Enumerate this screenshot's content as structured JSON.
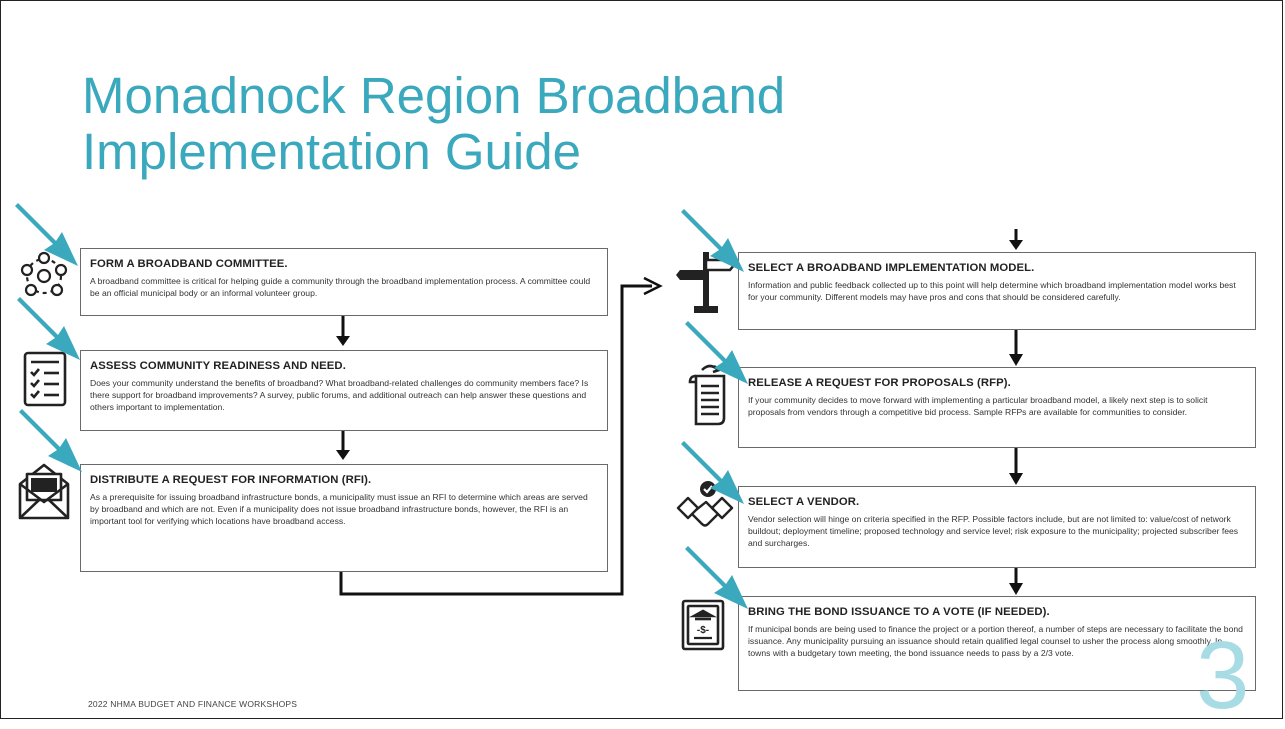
{
  "title": {
    "line1": "Monadnock Region Broadband",
    "line2": "Implementation Guide"
  },
  "steps": [
    {
      "heading": "FORM A BROADBAND COMMITTEE.",
      "body": "A broadband committee is critical for helping guide a community through the broadband implementation process. A committee could be an official municipal body or an informal volunteer group."
    },
    {
      "heading": "ASSESS COMMUNITY READINESS AND NEED.",
      "body": "Does your community understand the benefits of broadband? What broadband-related challenges do community members face? Is there support for broadband improvements? A survey, public forums, and additional outreach can help answer these questions and others important to implementation."
    },
    {
      "heading": "DISTRIBUTE A REQUEST FOR INFORMATION (RFI).",
      "body": "As a prerequisite for issuing broadband infrastructure bonds, a municipality must  issue an RFI to determine which areas are served by broadband and which are not. Even if a municipality does not issue broadband infrastructure bonds, however, the RFI is an important tool for verifying which locations have broadband access."
    },
    {
      "heading": "SELECT A BROADBAND IMPLEMENTATION MODEL.",
      "body": "Information and public feedback collected up to this point will help determine which broadband implementation model works best for your community. Different models may have pros and cons that should be considered carefully."
    },
    {
      "heading": "RELEASE A REQUEST FOR PROPOSALS (RFP).",
      "body": "If your community decides to move forward with implementing a particular broadband model, a likely next step is to solicit proposals from vendors through a competitive bid process. Sample RFPs are available for communities to consider."
    },
    {
      "heading": "SELECT A VENDOR.",
      "body": "Vendor selection will hinge on criteria specified in the RFP. Possible factors include, but are not limited to: value/cost of network buildout; deployment timeline; proposed technology and service level; risk exposure to the municipality; projected subscriber fees and surcharges."
    },
    {
      "heading": "BRING THE BOND ISSUANCE TO A VOTE (IF NEEDED).",
      "body": "If municipal bonds are being used to finance the project or a portion thereof, a number of steps are necessary to facilitate the bond issuance. Any municipality pursuing an issuance should retain qualified legal counsel to usher the process along smoothly. In towns with a budgetary town meeting, the bond issuance needs to pass by a 2/3 vote."
    }
  ],
  "icons": [
    "committee-network-icon",
    "checklist-icon",
    "envelope-letter-icon",
    "signpost-icon",
    "document-scroll-icon",
    "handshake-check-icon",
    "bank-bond-icon"
  ],
  "bond_icon_text": "-$-",
  "footer": "2022 NHMA BUDGET AND FINANCE WORKSHOPS",
  "page_number": "3",
  "colors": {
    "title": "#3aa8bd",
    "arrow": "#3aa8bd",
    "page_number": "#a8dce5"
  }
}
